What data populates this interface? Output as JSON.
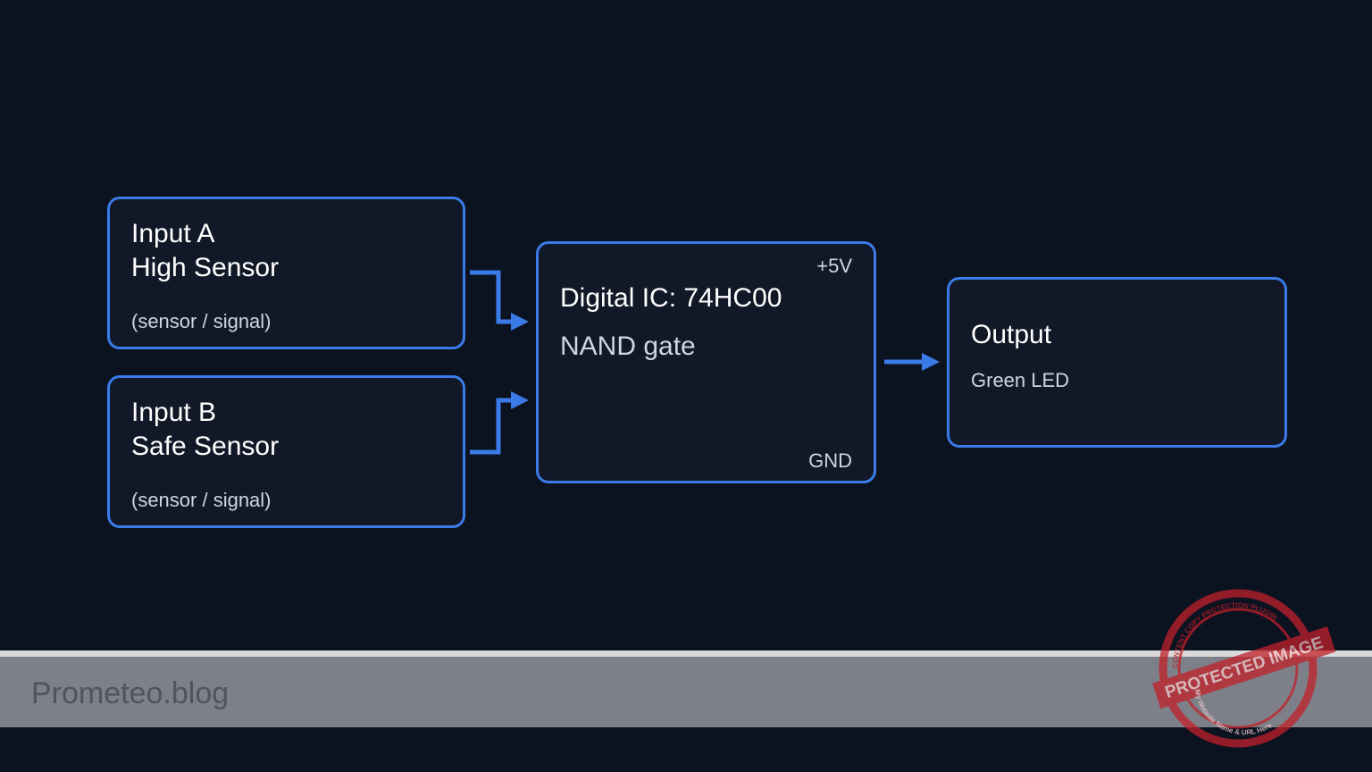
{
  "input_a": {
    "title_line1": "Input A",
    "title_line2": "High Sensor",
    "caption": "(sensor / signal)"
  },
  "input_b": {
    "title_line1": "Input B",
    "title_line2": "Safe Sensor",
    "caption": "(sensor / signal)"
  },
  "ic": {
    "power_label": "+5V",
    "title": "Digital IC: 74HC00",
    "subtitle": "NAND gate",
    "ground_label": "GND"
  },
  "output": {
    "title": "Output",
    "subtitle": "Green LED"
  },
  "footer": {
    "brand": "Prometeo.blog"
  },
  "watermark": {
    "main_text": "PROTECTED IMAGE",
    "ring_text": "CONTENT COPY PROTECTION PLUGIN",
    "bottom_text": "My Website Name & URL Here"
  },
  "colors": {
    "background": "#0b1220",
    "box_fill": "#111827",
    "accent": "#3b7be8",
    "footer_bar": "#7d8088",
    "footer_text": "#50545c",
    "stamp": "#c0202a"
  }
}
